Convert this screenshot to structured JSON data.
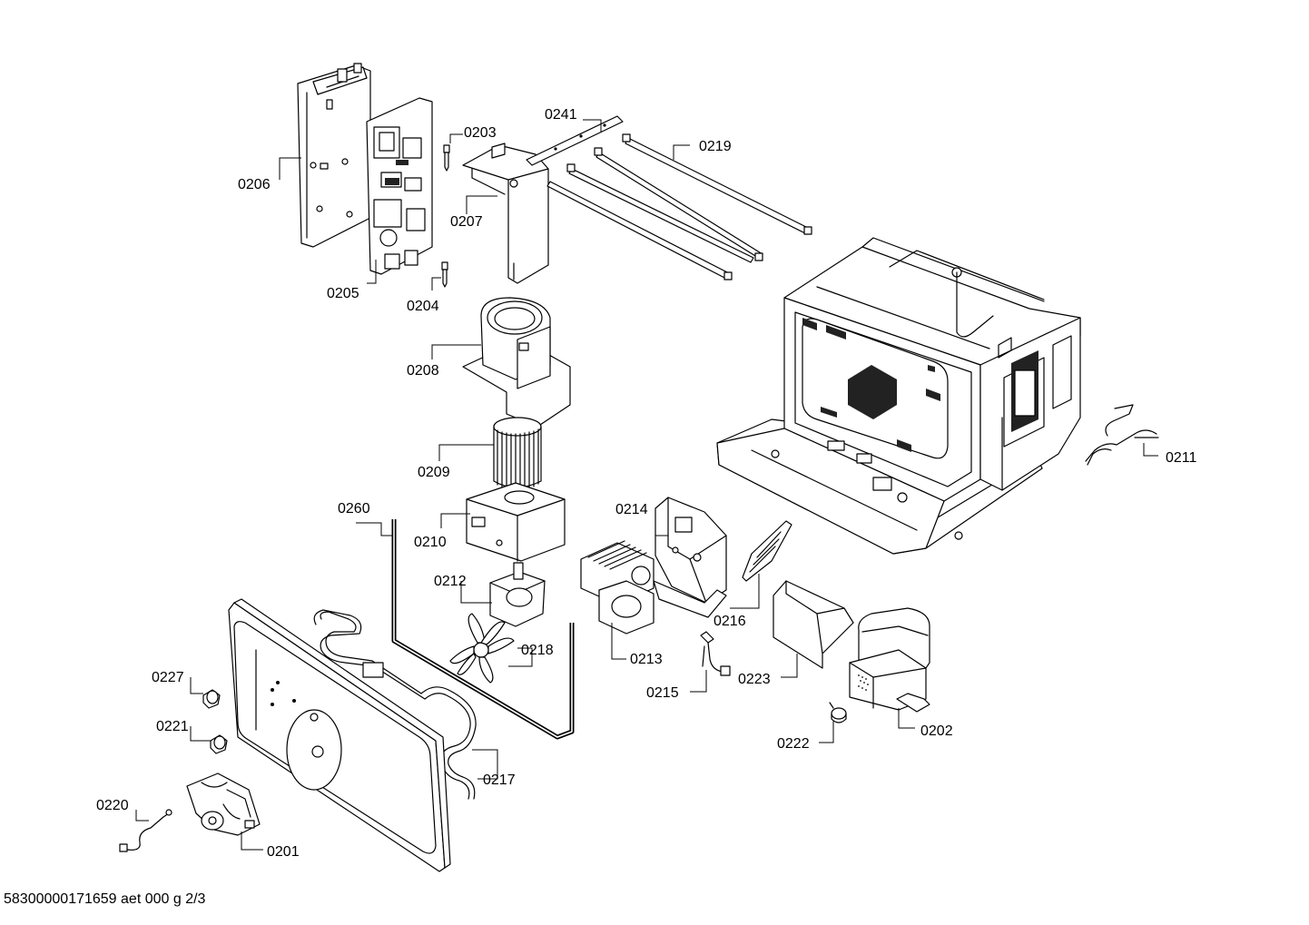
{
  "footer": {
    "document_code": "58300000171659 aet 000 g 2/3"
  },
  "callouts": [
    {
      "id": "c0241",
      "text": "0241"
    },
    {
      "id": "c0203",
      "text": "0203"
    },
    {
      "id": "c0219",
      "text": "0219"
    },
    {
      "id": "c0206",
      "text": "0206"
    },
    {
      "id": "c0207",
      "text": "0207"
    },
    {
      "id": "c0205",
      "text": "0205"
    },
    {
      "id": "c0204",
      "text": "0204"
    },
    {
      "id": "c0208",
      "text": "0208"
    },
    {
      "id": "c0209",
      "text": "0209"
    },
    {
      "id": "c0211",
      "text": "0211"
    },
    {
      "id": "c0260",
      "text": "0260"
    },
    {
      "id": "c0214",
      "text": "0214"
    },
    {
      "id": "c0210",
      "text": "0210"
    },
    {
      "id": "c0212",
      "text": "0212"
    },
    {
      "id": "c0216",
      "text": "0216"
    },
    {
      "id": "c0218",
      "text": "0218"
    },
    {
      "id": "c0213",
      "text": "0213"
    },
    {
      "id": "c0223",
      "text": "0223"
    },
    {
      "id": "c0227",
      "text": "0227"
    },
    {
      "id": "c0215",
      "text": "0215"
    },
    {
      "id": "c0202",
      "text": "0202"
    },
    {
      "id": "c0221",
      "text": "0221"
    },
    {
      "id": "c0222",
      "text": "0222"
    },
    {
      "id": "c0217",
      "text": "0217"
    },
    {
      "id": "c0220",
      "text": "0220"
    },
    {
      "id": "c0201",
      "text": "0201"
    }
  ]
}
